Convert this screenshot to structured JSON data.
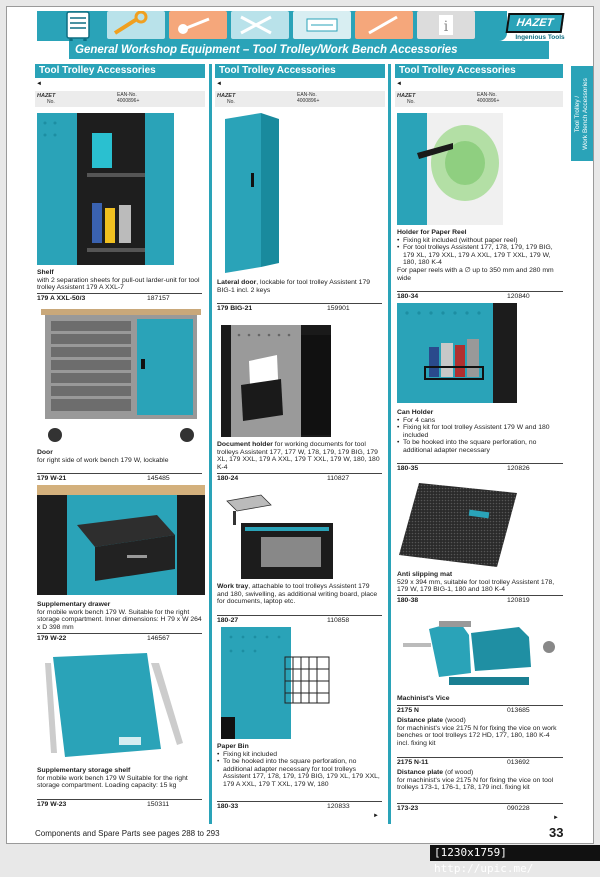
{
  "header": {
    "section_title": "General Workshop Equipment – Tool Trolley/Work Bench Accessories",
    "brand": "HAZET",
    "tagline": "Ingenious Tools",
    "category_icons": [
      "trolley-icon",
      "wrench-icon",
      "screwdriver-icon",
      "pliers-icon",
      "gauge-icon",
      "torque-icon",
      "info-icon"
    ]
  },
  "side_tab": {
    "line1": "Tool Trolley /",
    "line2": "Work Bench Accessories"
  },
  "ean_header": {
    "brand": "HAZET",
    "no": "No.",
    "ean_label": "EAN-No.",
    "ean_prefix": "4000896+"
  },
  "columns": [
    {
      "title": "Tool Trolley Accessories",
      "products": [
        {
          "name": "Shelf",
          "desc": "with 2 separation sheets for pull-out larder-unit for tool trolley Assistent 179 A XXL-7",
          "part_no": "179 A XXL-50/3",
          "ean": "187157"
        },
        {
          "name": "Door",
          "desc": "for right side of work bench 179 W, lockable",
          "part_no": "179 W-21",
          "ean": "145485"
        },
        {
          "name": "Supplementary drawer",
          "desc": "for mobile work bench 179 W. Suitable for the right storage compartment. Inner dimensions: H 79 x W 264 x D 398 mm",
          "part_no": "179 W-22",
          "ean": "146567"
        },
        {
          "name": "Supplementary storage shelf",
          "desc": "for mobile work bench 179 W Suitable for the right storage compartment. Loading capacity: 15 kg",
          "part_no": "179 W-23",
          "ean": "150311"
        }
      ]
    },
    {
      "title": "Tool Trolley Accessories",
      "products": [
        {
          "name": "Lateral door",
          "desc": ", lockable for tool trolley Assistent 179 BIG-1 incl. 2 keys",
          "part_no": "179 BIG-21",
          "ean": "159901"
        },
        {
          "name": "Document holder",
          "desc": " for working documents for tool trolleys Assistent 177, 177 W, 178, 179, 179 BIG, 179 XL, 179 XXL, 179 A XXL, 179 T XXL, 179 W, 180, 180 K-4",
          "part_no": "180-24",
          "ean": "110827"
        },
        {
          "name": "Work tray",
          "desc": ", attachable to tool trolleys Assistent 179 and 180, swivelling, as additional writing board, place for documents, laptop etc.",
          "part_no": "180-27",
          "ean": "110858"
        },
        {
          "name": "Paper Bin",
          "bullets": [
            "Fixing kit included",
            "To be hooked into the square perforation, no additional adapter necessary for tool trolleys Assistent 177, 178, 179, 179 BIG, 179 XL, 179 XXL, 179 A XXL, 179 T XXL, 179 W, 180"
          ],
          "part_no": "180-33",
          "ean": "120833"
        }
      ]
    },
    {
      "title": "Tool Trolley Accessories",
      "products": [
        {
          "name": "Holder for Paper Reel",
          "bullets": [
            "Fixing kit included (without paper reel)",
            "For tool trolleys Assistent 177, 178, 179, 179 BIG, 179 XL, 179 XXL, 179 A XXL, 179 T XXL, 179 W, 180, 180 K-4"
          ],
          "desc": "For paper reels with a ∅ up to 350 mm and 280 mm wide",
          "part_no": "180-34",
          "ean": "120840"
        },
        {
          "name": "Can Holder",
          "bullets": [
            "For 4 cans",
            "Fixing kit for tool trolley Assistent 179 W and 180 included",
            "To be hooked into the square perforation, no additional adapter necessary"
          ],
          "part_no": "180-35",
          "ean": "120826"
        },
        {
          "name": "Anti slipping mat",
          "desc": "529 x 394 mm, suitable for tool trolley Assistent 178, 179 W, 179 BIG-1, 180 and 180 K-4",
          "part_no": "180-38",
          "ean": "120819"
        },
        {
          "name": "Machinist's Vice",
          "part_no": "2175 N",
          "ean": "013685"
        },
        {
          "name": "Distance plate",
          "name_suffix": " (wood)",
          "desc": "for machinist's vice 2175 N for fixing the vice on work benches or tool trolleys 172 HD, 177, 180, 180 K-4 incl. fixing kit",
          "part_no": "2175 N-11",
          "ean": "013692"
        },
        {
          "name": "Distance plate",
          "name_suffix": " (of wood)",
          "desc": "for machinist's vice 2175 N for fixing the vice on tool trolleys 173-1, 176-1, 178, 179 incl. fixing kit",
          "part_no": "173-23",
          "ean": "090228"
        }
      ]
    }
  ],
  "footer": {
    "note": "Components and Spare Parts see pages 288 to 293",
    "page_number": "33"
  },
  "watermark": "[1230x1759] http://upic.me/",
  "colors": {
    "accent": "#2aa3b8",
    "orange": "#f5a77b"
  }
}
